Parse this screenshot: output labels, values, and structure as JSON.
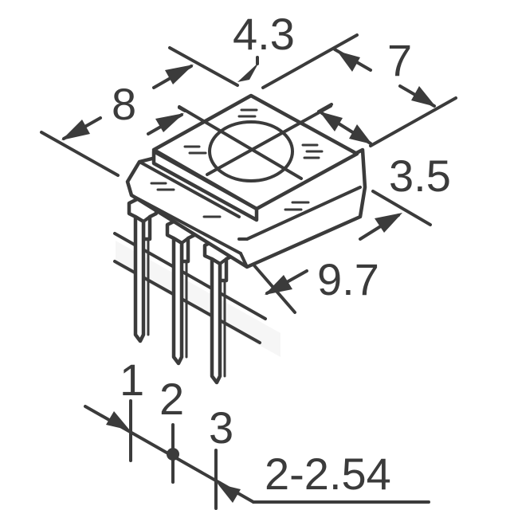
{
  "diagram": {
    "subject": "Trimmer potentiometer, 3-pin through-hole, isometric outline",
    "stroke_color": "#3b3b3b",
    "background_color": "#ffffff",
    "dimensions": {
      "d_4_3": "4.3",
      "d_7": "7",
      "d_8": "8",
      "d_3_5": "3.5",
      "d_9_7": "9.7",
      "pitch": "2-2.54"
    },
    "pins": [
      {
        "label": "1"
      },
      {
        "label": "2"
      },
      {
        "label": "3"
      }
    ]
  }
}
